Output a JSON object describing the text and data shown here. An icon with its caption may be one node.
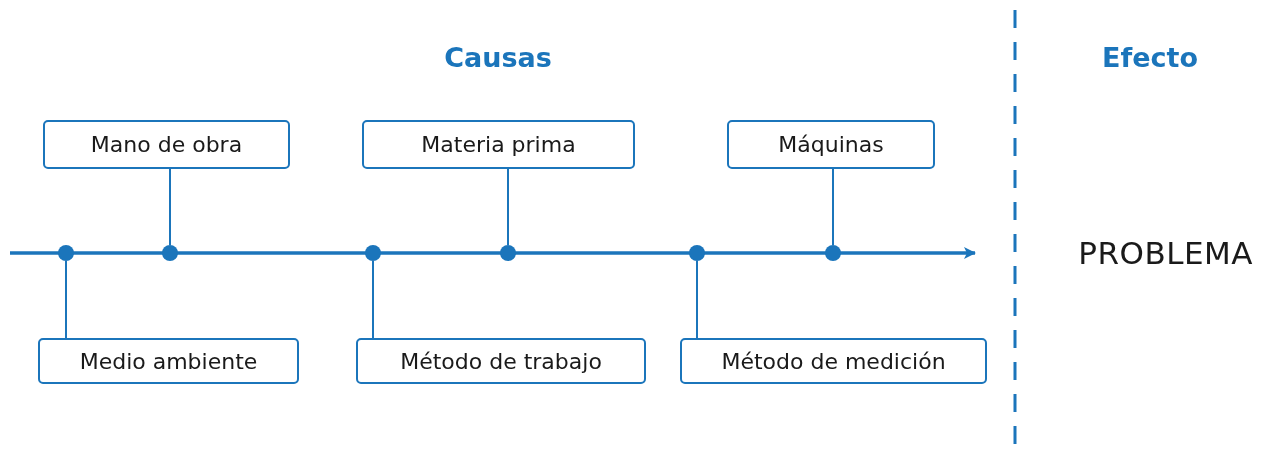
{
  "diagram": {
    "nodes": [
      {
        "text": [
          "Mano de obra"
        ]
      },
      {
        "text": [
          "Materia prima"
        ]
      },
      {
        "text": [
          "Máquinas"
        ]
      },
      {
        "text": [
          "PROBLEMA"
        ]
      },
      {
        "text": [
          "Medio ambiente"
        ]
      },
      {
        "text": [
          "Método de trabajo"
        ]
      },
      {
        "text": [
          "Método de medición"
        ]
      },
      {
        "text": [],
        "shape": "circle"
      },
      {
        "text": [],
        "shape": "circle"
      },
      {
        "text": [],
        "shape": "circle"
      },
      {
        "text": [],
        "shape": "circle"
      },
      {
        "text": [],
        "shape": "circle"
      },
      {
        "text": [],
        "shape": "circle"
      }
    ],
    "edges": [
      {
        "from": null,
        "to": 3,
        "arrow": "to"
      },
      {
        "from": 0,
        "to": 8,
        "arrow": "none"
      },
      {
        "from": 1,
        "to": 10,
        "arrow": "none"
      },
      {
        "from": 2,
        "to": 12,
        "arrow": "none"
      },
      {
        "from": 4,
        "to": 7,
        "arrow": "none"
      },
      {
        "from": 5,
        "to": 9,
        "arrow": "none"
      },
      {
        "from": 6,
        "to": 11,
        "arrow": "none"
      }
    ],
    "labels": [
      "Causas",
      "Efecto"
    ]
  }
}
